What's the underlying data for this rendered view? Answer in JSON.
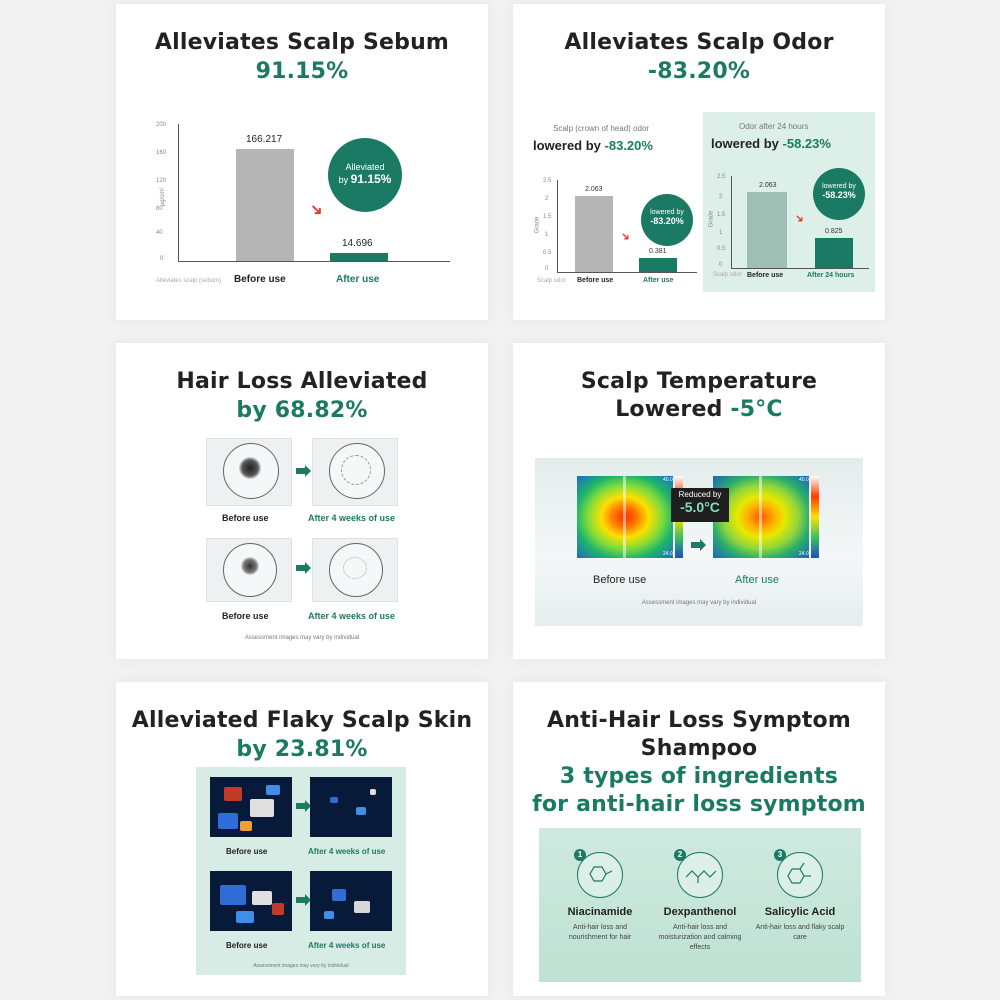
{
  "panels": {
    "sebum": {
      "title": "Alleviates Scalp Sebum",
      "percent": "91.15%",
      "y_unit": "μg/cm²",
      "y_ticks": [
        "200",
        "160",
        "120",
        "80",
        "40",
        "0"
      ],
      "before_value": "166.217",
      "after_value": "14.696",
      "badge_line1": "Alleviated",
      "badge_line2_prefix": "by ",
      "badge_line2_value": "91.15%",
      "axis_caption": "Alleviates scalp (sebum)",
      "before_label": "Before use",
      "after_label": "After use"
    },
    "odor": {
      "title": "Alleviates Scalp Odor",
      "percent": "-83.20%",
      "left": {
        "caption": "Scalp (crown of head) odor",
        "headline_prefix": "lowered by ",
        "headline_value": "-83.20%",
        "y_unit": "Grade",
        "y_ticks": [
          "2.5",
          "2",
          "1.5",
          "1",
          "0.5",
          "0"
        ],
        "before_value": "2.063",
        "after_value": "0.381",
        "badge_line1": "lowered by",
        "badge_line2": "-83.20%",
        "axis_caption": "Scalp odor",
        "before_label": "Before use",
        "after_label": "After use"
      },
      "right": {
        "caption": "Odor after 24 hours",
        "headline_prefix": "lowered by ",
        "headline_value": "-58.23%",
        "y_unit": "Grade",
        "y_ticks": [
          "2.5",
          "2",
          "1.5",
          "1",
          "0.5",
          "0"
        ],
        "before_value": "2.063",
        "after_value": "0.825",
        "badge_line1": "lowered by",
        "badge_line2": "-58.23%",
        "axis_caption": "Scalp odor",
        "before_label": "Before use",
        "after_label": "After 24 hours"
      }
    },
    "hairloss": {
      "title": "Hair Loss Alleviated",
      "subtitle": "by 68.82%",
      "row1_before": "Before use",
      "row1_after": "After 4 weeks of use",
      "row2_before": "Before use",
      "row2_after": "After 4 weeks of use",
      "note": "Assessment images may vary by individual"
    },
    "temperature": {
      "title_line1": "Scalp Temperature",
      "title_line2_prefix": "Lowered ",
      "title_line2_value": "-5°C",
      "badge_line1": "Reduced by",
      "badge_line2": "-5.0°C",
      "scale_max": "40.0",
      "scale_min": "24.0",
      "before_label": "Before use",
      "after_label": "After use",
      "note": "Assessment images may vary by individual"
    },
    "flaky": {
      "title": "Alleviated Flaky Scalp Skin",
      "subtitle": "by 23.81%",
      "row1_before": "Before use",
      "row1_after": "After 4 weeks of use",
      "row2_before": "Before use",
      "row2_after": "After 4 weeks of use",
      "note": "Assessment images may vary by individual"
    },
    "shampoo": {
      "title_line1": "Anti-Hair Loss Symptom",
      "title_line2": "Shampoo",
      "subtitle_line1": "3 types of ingredients",
      "subtitle_line2": "for anti-hair loss symptom",
      "ingredients": [
        {
          "num": "1",
          "name": "Niacinamide",
          "desc": "Anti-hair loss and nourishment for hair",
          "icon": "niacinamide-molecule-icon"
        },
        {
          "num": "2",
          "name": "Dexpanthenol",
          "desc": "Anti-hair loss and moisturization and calming effects",
          "icon": "dexpanthenol-molecule-icon"
        },
        {
          "num": "3",
          "name": "Salicylic Acid",
          "desc": "Anti-hair loss and flaky scalp care",
          "icon": "salicylic-acid-molecule-icon"
        }
      ]
    }
  },
  "colors": {
    "accent_green": "#1b7a63",
    "bar_gray": "#b5b5b5",
    "light_mint": "#d4ece4"
  }
}
